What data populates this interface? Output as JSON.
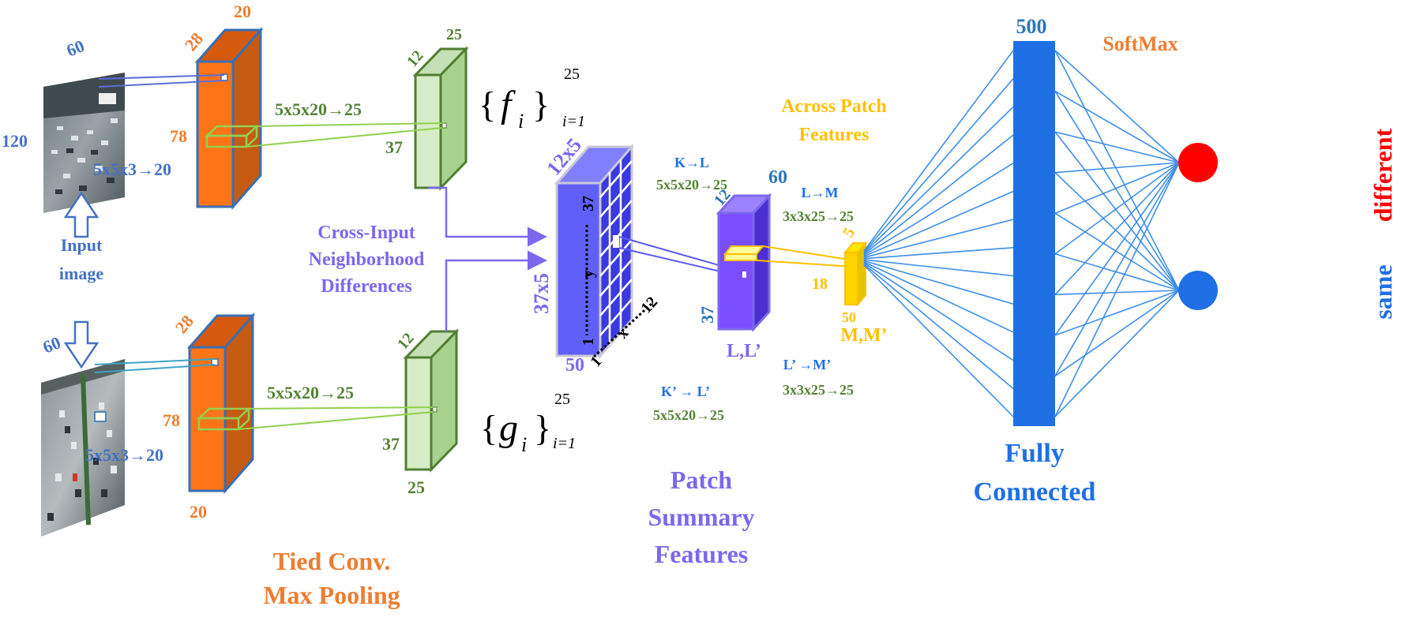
{
  "colors": {
    "blue_label": "#4472c4",
    "orange": "#ed7d31",
    "green_dark": "#548235",
    "green_light": "#a9d18e",
    "purple": "#7b68ee",
    "indigo": "#6a5acd",
    "gold": "#ffc000",
    "fc_blue": "#1f6fe5",
    "line_blue": "#3d8ee8",
    "red": "#ff0000"
  },
  "input": {
    "dim_60_top": "60",
    "dim_120": "120",
    "dim_60_bottom": "60",
    "label_line1": "Input",
    "label_line2": "image"
  },
  "conv": {
    "top": {
      "dim_20": "20",
      "dim_28": "28",
      "dim_78": "78",
      "kernel": "5x5x3→20"
    },
    "bottom": {
      "dim_28": "28",
      "dim_78": "78",
      "dim_20": "20",
      "kernel": "5x5x3→20"
    },
    "title_line1": "Tied Conv.",
    "title_line2": "Max Pooling"
  },
  "pool": {
    "top": {
      "dim_25": "25",
      "dim_12": "12",
      "dim_37": "37",
      "kernel": "5x5x20→25",
      "set_letter": "f",
      "set_sub": "i",
      "set_lower": "i=1",
      "set_upper": "25"
    },
    "bottom": {
      "dim_12": "12",
      "dim_37": "37",
      "dim_25": "25",
      "kernel": "5x5x20→25",
      "set_letter": "g",
      "set_sub": "i",
      "set_lower": "i=1",
      "set_upper": "25"
    }
  },
  "cross": {
    "line1": "Cross-Input",
    "line2": "Neighborhood",
    "line3": "Differences",
    "dim_12x5": "12x5",
    "dim_37x5": "37x5",
    "dim_50": "50",
    "axis_37": "37",
    "axis_y": "y",
    "axis_1a": "1",
    "axis_1b": "1",
    "axis_x": "x",
    "axis_12": "12"
  },
  "patch": {
    "kl_line1": "K→L",
    "kl_line2": "5x5x20→25",
    "kl2_line1": "K’ → L’",
    "kl2_line2": "5x5x20→25",
    "dim_60": "60",
    "dim_12": "12",
    "dim_37": "37",
    "label": "L,L’",
    "title_line1": "Patch",
    "title_line2": "Summary",
    "title_line3": "Features"
  },
  "across": {
    "title_line1": "Across Patch",
    "title_line2": "Features",
    "lm_line1": "L→M",
    "lm_line2": "3x3x25→25",
    "lm2_line1": "L’ →M’",
    "lm2_line2": "3x3x25→25",
    "dim_5": "5",
    "dim_18": "18",
    "dim_50": "50",
    "label": "M,M’"
  },
  "fc": {
    "dim_500": "500",
    "title_line1": "Fully",
    "title_line2": "Connected"
  },
  "softmax": {
    "title": "SoftMax",
    "different": "different",
    "same": "same"
  }
}
